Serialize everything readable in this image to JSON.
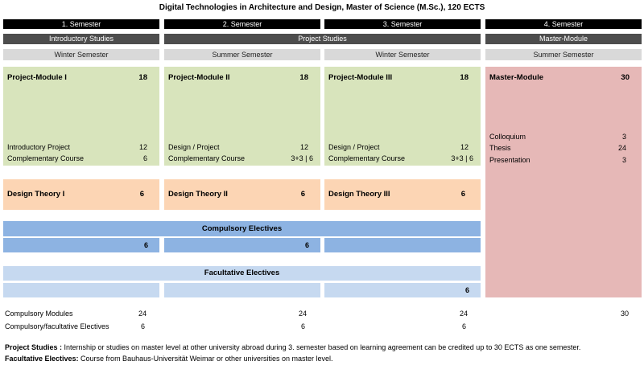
{
  "title": "Digital Technologies in Architecture and Design, Master of Science (M.Sc.), 120 ECTS",
  "semesters": [
    "1. Semester",
    "2. Semester",
    "3. Semester",
    "4. Semester"
  ],
  "phases": {
    "introductory": "Introductory Studies",
    "project": "Project Studies",
    "master": "Master-Module"
  },
  "seasons": [
    "Winter Semester",
    "Summer Semester",
    "Winter Semester",
    "Summer Semester"
  ],
  "project_modules": [
    {
      "name": "Project-Module I",
      "ects": "18",
      "rows": [
        {
          "label": "Introductory Project",
          "value": "12"
        },
        {
          "label": "Complementary Course",
          "value": "6"
        }
      ]
    },
    {
      "name": "Project-Module II",
      "ects": "18",
      "rows": [
        {
          "label": "Design / Project",
          "value": "12"
        },
        {
          "label": "Complementary Course",
          "value": "3+3 | 6"
        }
      ]
    },
    {
      "name": "Project-Module III",
      "ects": "18",
      "rows": [
        {
          "label": "Design / Project",
          "value": "12"
        },
        {
          "label": "Complementary Course",
          "value": "3+3 | 6"
        }
      ]
    }
  ],
  "master_module": {
    "name": "Master-Module",
    "ects": "30",
    "rows": [
      {
        "label": "Colloquium",
        "value": "3"
      },
      {
        "label": "Thesis",
        "value": "24"
      },
      {
        "label": "Presentation",
        "value": "3"
      }
    ]
  },
  "design_theory": [
    {
      "name": "Design Theory I",
      "ects": "6"
    },
    {
      "name": "Design Theory II",
      "ects": "6"
    },
    {
      "name": "Design Theory III",
      "ects": "6"
    }
  ],
  "compulsory_electives": {
    "label": "Compulsory Electives",
    "values": [
      "6",
      "6",
      ""
    ]
  },
  "facultative_electives": {
    "label": "Facultative Electives",
    "values": [
      "",
      "",
      "6"
    ]
  },
  "summary": {
    "compulsory_label": "Compulsory Modules",
    "compulsory_values": [
      "24",
      "24",
      "24",
      "30"
    ],
    "electives_label": "Compulsory/facultative Electives",
    "electives_values": [
      "6",
      "6",
      "6"
    ]
  },
  "notes": [
    {
      "label": "Project Studies :",
      "text": " Internship or studies on master level at other university abroad during 3. semester based on learning agreement can be credited up to 30 ECTS as one semester."
    },
    {
      "label": "Facultative Electives:",
      "text": " Course  from Bauhaus-Universität Weimar or other universities on master level."
    }
  ]
}
